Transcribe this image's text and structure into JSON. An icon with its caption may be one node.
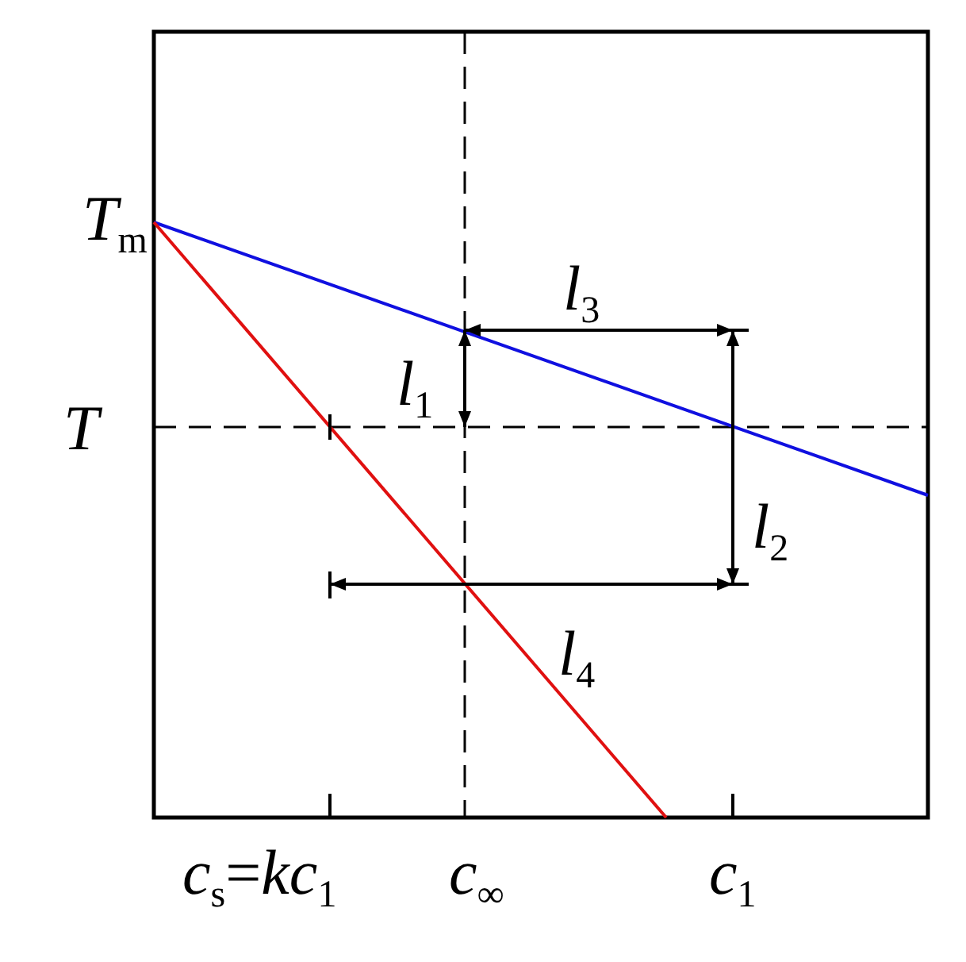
{
  "diagram": {
    "labels": [
      "*T*$_{m}$",
      "*l*$_{3}$",
      "*l*$_{1}$",
      "*T*",
      "*l*$_{2}$",
      "*l*$_{4}$",
      "*c*$_{s}$=*kc*$_{1}$",
      "*c*$_{∞}$",
      "*c*$_{1}$"
    ]
  }
}
